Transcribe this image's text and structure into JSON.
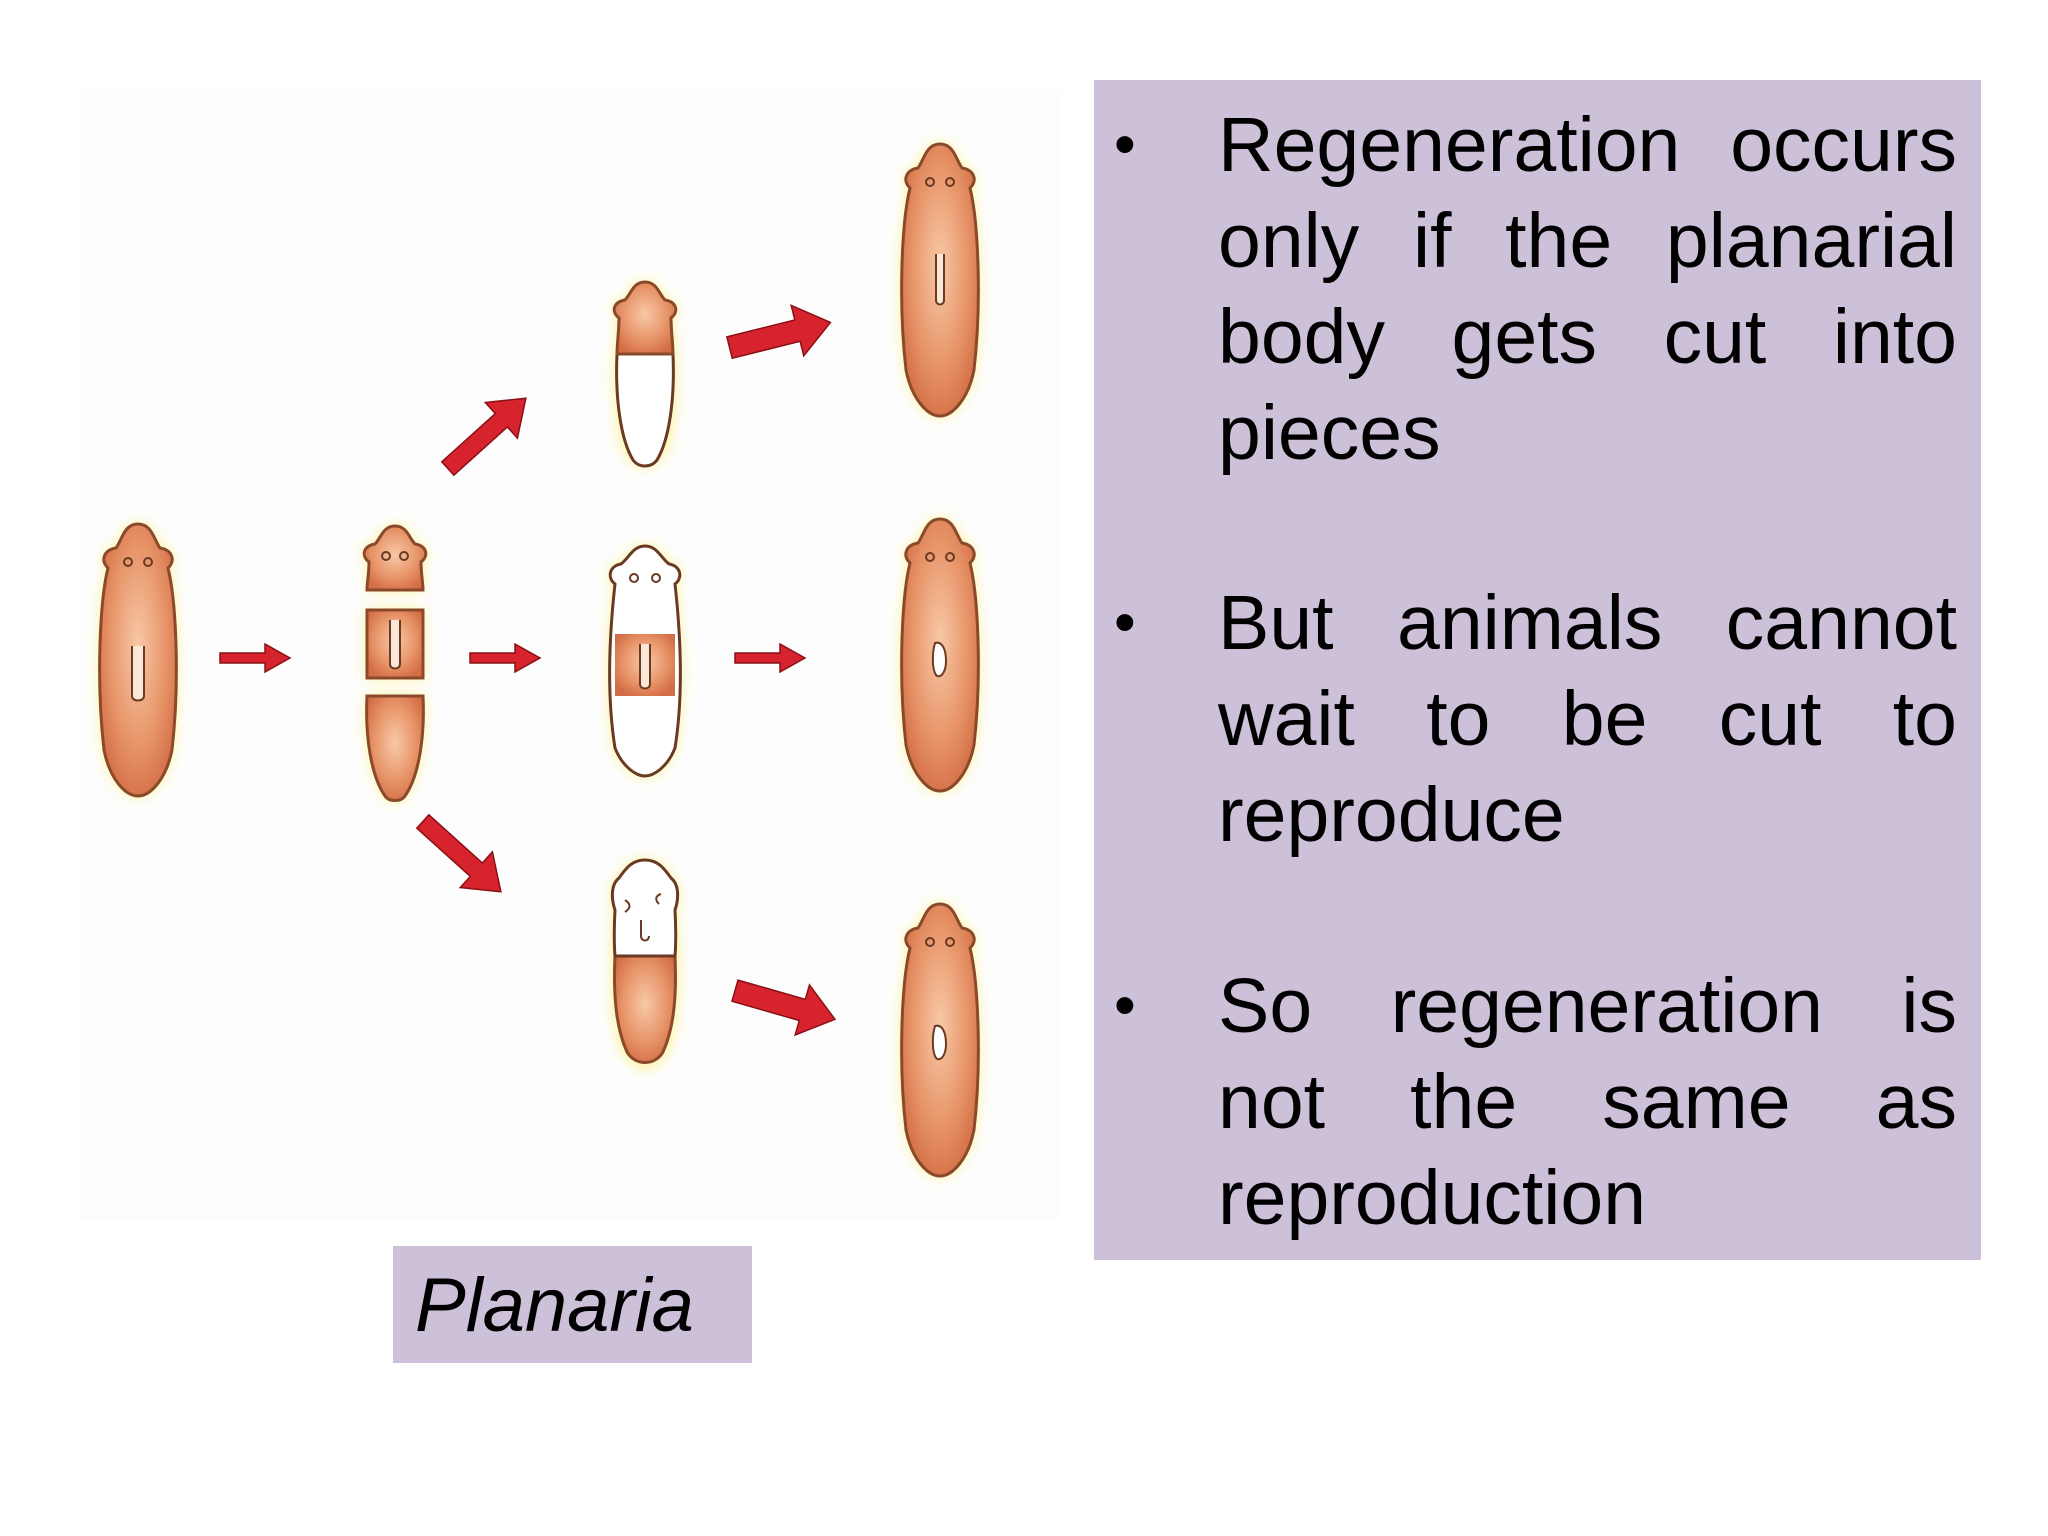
{
  "caption": "Planaria",
  "bullets": [
    "Regeneration occurs only if the planarial body gets cut into pieces",
    "But animals cannot wait to be cut to reproduce",
    "So regeneration is not the same as reproduction"
  ],
  "colors": {
    "panel": "#cdc1d9",
    "arrow": "#d7232e",
    "body": "#e08a5a",
    "glow": "#fff07a"
  }
}
